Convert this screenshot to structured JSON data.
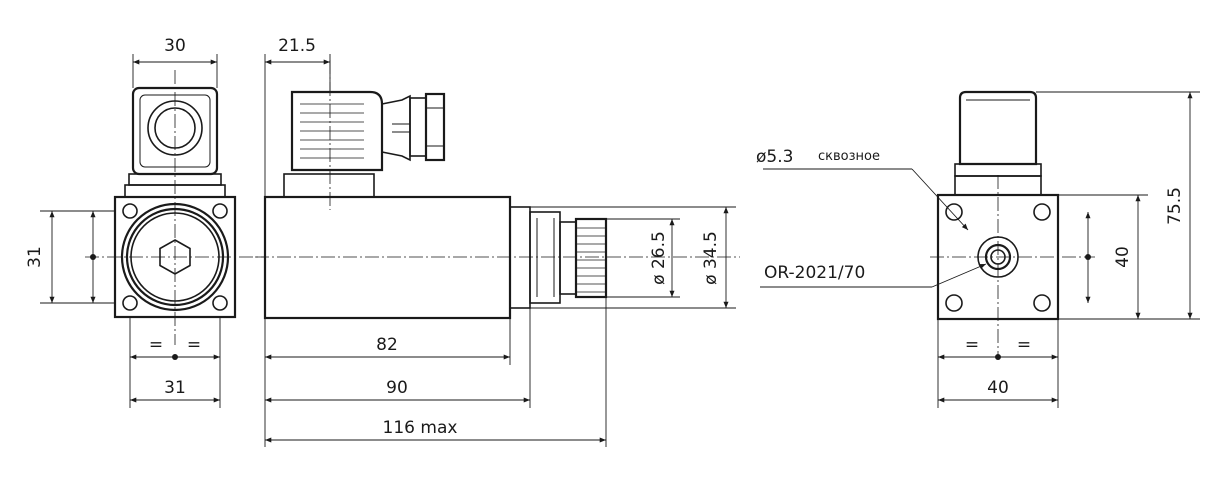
{
  "dimensions": {
    "front_top_width": "30",
    "side_top_offset": "21.5",
    "front_height": "31",
    "front_bottom_width": "31",
    "equal_mark": "=",
    "dia_inner": "ø 26.5",
    "dia_outer": "ø 34.5",
    "length_body": "82",
    "length_total": "90",
    "length_max": "116 max",
    "right_height_total": "75.5",
    "right_height_base": "40",
    "right_width_base": "40"
  },
  "annotations": {
    "hole_diameter": "ø5.3",
    "hole_note": "сквозное",
    "o_ring": "OR-2021/70"
  }
}
